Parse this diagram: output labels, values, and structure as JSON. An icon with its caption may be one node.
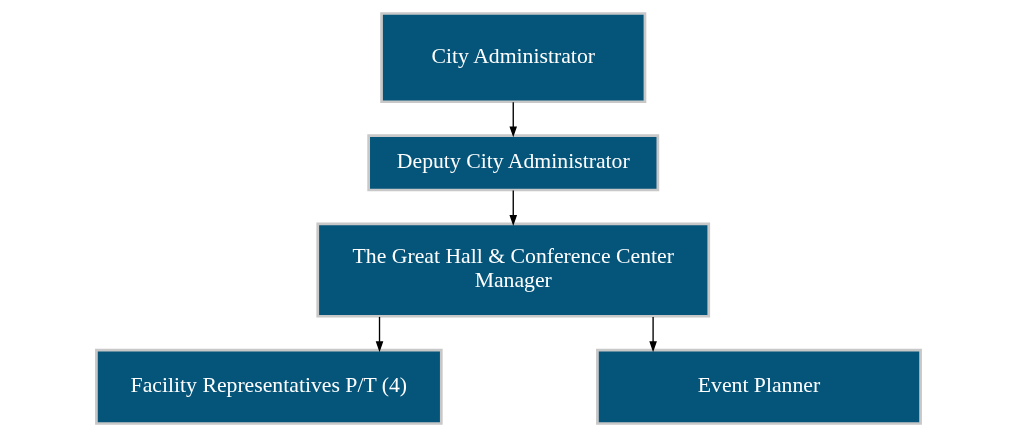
{
  "diagram": {
    "nodes": [
      {
        "text": [
          "City Administrator"
        ]
      },
      {
        "text": [
          "Deputy City Administrator"
        ]
      },
      {
        "text": [
          "The Great Hall & Conference Center Manager"
        ]
      },
      {
        "text": [
          "Facility Representatives P/T (4)"
        ]
      },
      {
        "text": [
          "Event Planner"
        ]
      }
    ],
    "edges": [
      {
        "from": 0,
        "to": 1,
        "arrow": "to"
      },
      {
        "from": 1,
        "to": 2,
        "arrow": "to"
      },
      {
        "from": 2,
        "to": 3,
        "arrow": "to"
      },
      {
        "from": 2,
        "to": 4,
        "arrow": "to"
      }
    ]
  }
}
